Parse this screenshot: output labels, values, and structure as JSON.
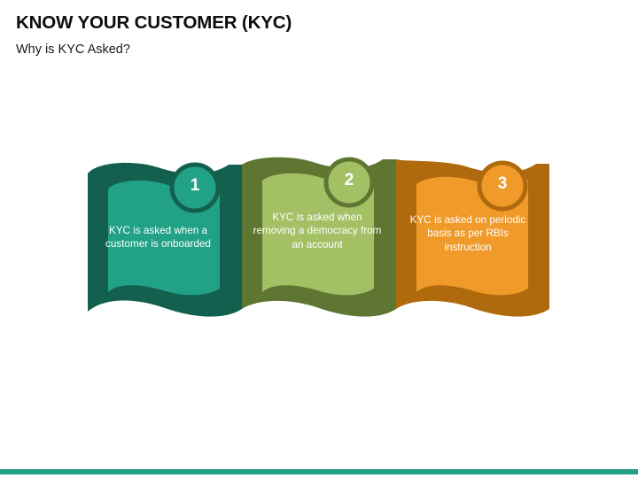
{
  "slide": {
    "title": "KNOW YOUR CUSTOMER (KYC)",
    "subtitle": "Why is KYC Asked?",
    "background_color": "#FFFFFF",
    "accent_bar_color": "#22A07F"
  },
  "diagram": {
    "type": "banner-ribbon-process",
    "step_count": 3,
    "steps": [
      {
        "number": "1",
        "text": "KYC is asked when a customer is onboarded",
        "panel_color": "#21A186",
        "fold_color": "#13604F",
        "badge_fill": "#21A186",
        "badge_ring": "#13604F",
        "text_color": "#FFFFFF"
      },
      {
        "number": "2",
        "text": "KYC is asked when removing a democracy from an account",
        "panel_color": "#A3C065",
        "fold_color": "#5E7631",
        "badge_fill": "#A3C065",
        "badge_ring": "#5E7631",
        "text_color": "#FFFFFF"
      },
      {
        "number": "3",
        "text": "KYC is asked on periodic basis as per RBIs instruction",
        "panel_color": "#EF9A29",
        "fold_color": "#B06A0E",
        "badge_fill": "#EF9A29",
        "badge_ring": "#B06A0E",
        "text_color": "#FFFFFF"
      }
    ]
  }
}
